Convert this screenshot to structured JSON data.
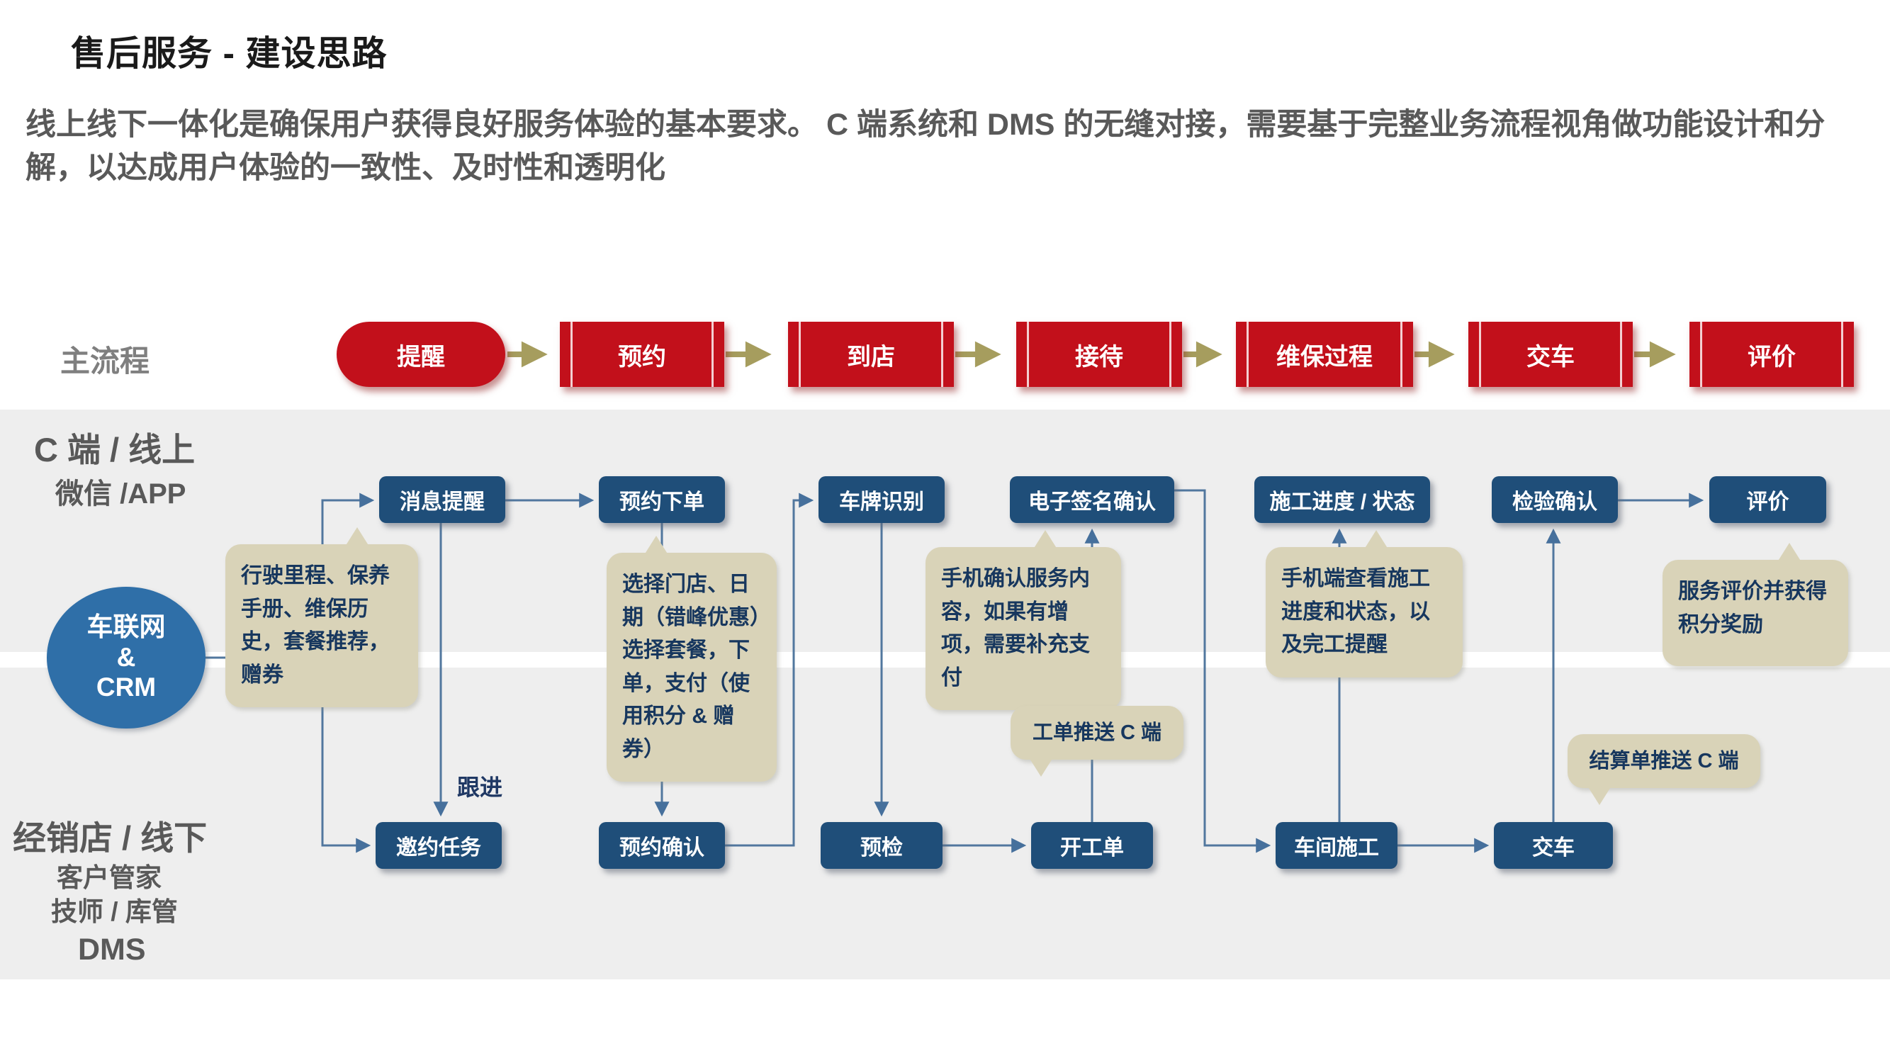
{
  "slide": {
    "title": "售后服务 - 建设思路",
    "intro": "线上线下一体化是确保用户获得良好服务体验的基本要求。 C 端系统和 DMS 的无缝对接，需要基于完整业务流程视角做功能设计和分解，以达成用户体验的一致性、及时性和透明化"
  },
  "main_flow": {
    "label": "主流程",
    "steps": [
      {
        "label": "提醒"
      },
      {
        "label": "预约"
      },
      {
        "label": "到店"
      },
      {
        "label": "接待"
      },
      {
        "label": "维保过程"
      },
      {
        "label": "交车"
      },
      {
        "label": "评价"
      }
    ]
  },
  "lanes": {
    "online": {
      "title": "C 端 / 线上",
      "subtitle": "微信 /APP"
    },
    "offline": {
      "title": "经销店 / 线下",
      "roles": [
        {
          "label": "客户管家"
        },
        {
          "label": "技师 / 库管"
        }
      ],
      "system": "DMS"
    }
  },
  "hub": {
    "label": "车联网\n&\nCRM"
  },
  "online_nodes": [
    {
      "label": "消息提醒"
    },
    {
      "label": "预约下单"
    },
    {
      "label": "车牌识别"
    },
    {
      "label": "电子签名确认"
    },
    {
      "label": "施工进度 / 状态"
    },
    {
      "label": "检验确认"
    },
    {
      "label": "评价"
    }
  ],
  "offline_nodes": [
    {
      "label": "邀约任务"
    },
    {
      "label": "预约确认"
    },
    {
      "label": "预检"
    },
    {
      "label": "开工单"
    },
    {
      "label": "车间施工"
    },
    {
      "label": "交车"
    }
  ],
  "notes": [
    {
      "text": "行驶里程、保养手册、维保历史，套餐推荐，赠券"
    },
    {
      "text": "选择门店、日期（错峰优惠）选择套餐，下单，支付（使用积分 & 赠券）"
    },
    {
      "text": "手机确认服务内容，如果有增项，需要补充支付"
    },
    {
      "text": "手机端查看施工进度和状态，以及完工提醒"
    },
    {
      "text": "服务评价并获得积分奖励"
    },
    {
      "text": "工单推送 C 端"
    },
    {
      "text": "结算单推送 C 端"
    }
  ],
  "edge_labels": {
    "followup": "跟进"
  },
  "colors": {
    "main_red": "#c2101b",
    "node_navy": "#1f4e79",
    "note_beige": "#d9d3b8",
    "hub_blue": "#2f6fa8",
    "connector_blue": "#51779e",
    "flow_arrow_olive": "#a69d5e",
    "lane_gray": "#eeeeee",
    "intro_text_gray": "#595959",
    "note_text_navy": "#17375e"
  }
}
